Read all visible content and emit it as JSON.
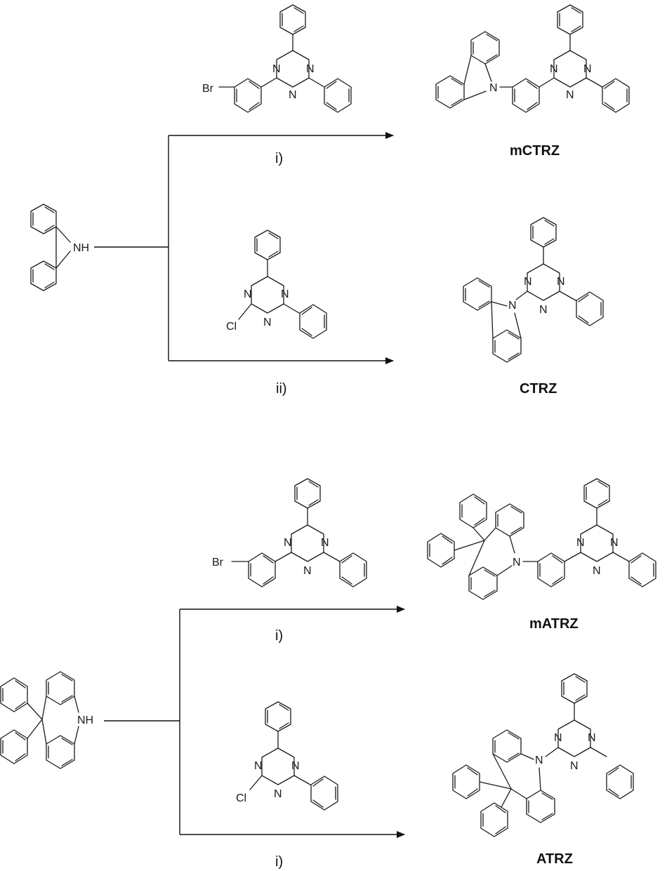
{
  "scheme": {
    "conditions": {
      "route_1": "i)",
      "route_2": "ii)",
      "route_3": "i)",
      "route_4": "i)"
    },
    "products": {
      "p1": "mCTRZ",
      "p2": "CTRZ",
      "p3": "mATRZ",
      "p4": "ATRZ"
    },
    "atoms": {
      "NH": "NH",
      "N": "N",
      "Br": "Br",
      "Cl": "Cl"
    }
  }
}
